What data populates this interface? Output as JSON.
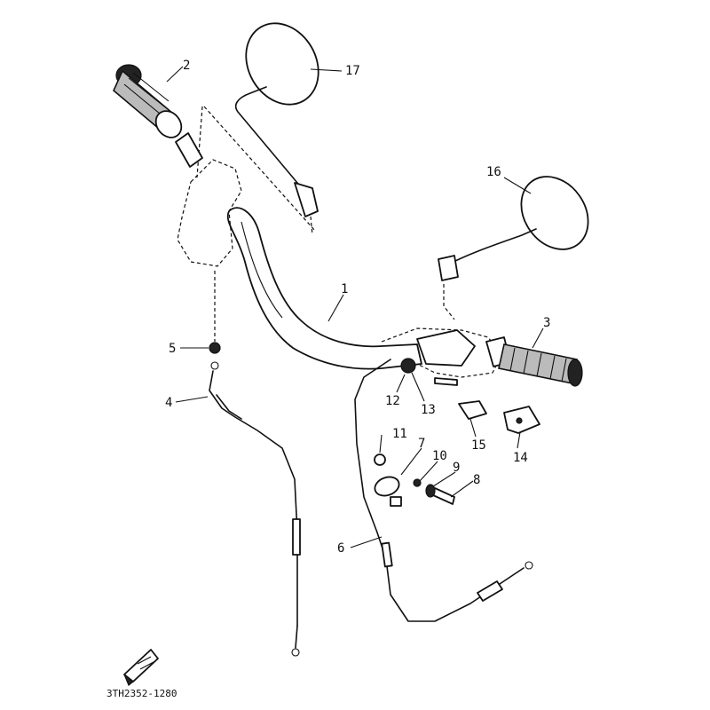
{
  "callouts": [
    {
      "id": "c1",
      "text": "1"
    },
    {
      "id": "c2",
      "text": "2"
    },
    {
      "id": "c3",
      "text": "3"
    },
    {
      "id": "c4",
      "text": "4"
    },
    {
      "id": "c5",
      "text": "5"
    },
    {
      "id": "c6",
      "text": "6"
    },
    {
      "id": "c7",
      "text": "7"
    },
    {
      "id": "c8",
      "text": "8"
    },
    {
      "id": "c9",
      "text": "9"
    },
    {
      "id": "c10",
      "text": "10"
    },
    {
      "id": "c11",
      "text": "11"
    },
    {
      "id": "c12",
      "text": "12"
    },
    {
      "id": "c13",
      "text": "13"
    },
    {
      "id": "c14",
      "text": "14"
    },
    {
      "id": "c15",
      "text": "15"
    },
    {
      "id": "c16",
      "text": "16"
    },
    {
      "id": "c17",
      "text": "17"
    }
  ],
  "diagram_code": "3TH2352-1280"
}
